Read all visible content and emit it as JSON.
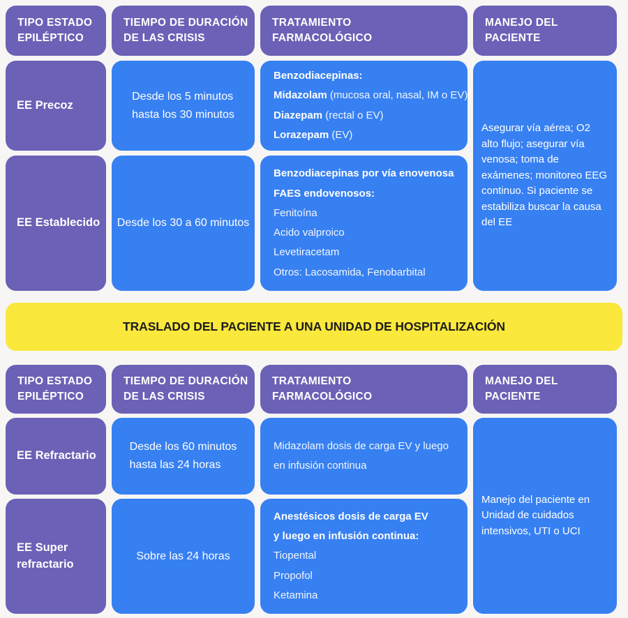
{
  "colors": {
    "purple": "#6b61b6",
    "blue": "#3780f2",
    "yellow": "#fae83c",
    "banner_text": "#1e1d1b",
    "background": "#f7f6f4",
    "cell_text": "#ffffff"
  },
  "headers": [
    [
      "TIPO ESTADO",
      "EPILÉPTICO"
    ],
    [
      "TIEMPO DE DURACIÓN",
      "DE LAS CRISIS"
    ],
    [
      "TRATAMIENTO",
      "FARMACOLÓGICO"
    ],
    [
      "MANEJO DEL",
      "PACIENTE"
    ]
  ],
  "table1": {
    "rows": [
      {
        "type": "EE Precoz",
        "duration": [
          "Desde los 5 minutos",
          "hasta los 30 minutos"
        ],
        "treatment": [
          {
            "b": "Benzodiacepinas:",
            "t": ""
          },
          {
            "b": "Midazolam",
            "t": " (mucosa oral, nasal, IM o EV)"
          },
          {
            "b": "Diazepam",
            "t": " (rectal o EV)"
          },
          {
            "b": "Lorazepam",
            "t": " (EV)"
          }
        ]
      },
      {
        "type": "EE Establecido",
        "duration": [
          "Desde los 30 a 60 minutos"
        ],
        "treatment": [
          {
            "b": "Benzodiacepinas por vía enovenosa",
            "t": ""
          },
          {
            "b": "FAES endovenosos:",
            "t": ""
          },
          {
            "b": "",
            "t": "Fenitoína"
          },
          {
            "b": "",
            "t": "Acido valproico"
          },
          {
            "b": "",
            "t": "Levetiracetam"
          },
          {
            "b": "",
            "t": "Otros: Lacosamida, Fenobarbital"
          }
        ]
      }
    ],
    "management": "Asegurar vía aérea; O2 alto flujo; asegurar vía venosa; toma de exámenes; monitoreo EEG continuo. Si paciente se estabiliza buscar la causa del EE"
  },
  "banner": "TRASLADO DEL PACIENTE A UNA UNIDAD DE HOSPITALIZACIÓN",
  "table2": {
    "rows": [
      {
        "type": "EE Refractario",
        "duration": [
          "Desde los 60 minutos",
          "hasta las 24 horas"
        ],
        "treatment": [
          {
            "b": "",
            "t": "Midazolam dosis de carga EV y luego"
          },
          {
            "b": "",
            "t": "en infusión continua"
          }
        ]
      },
      {
        "type": "EE Super refractario",
        "duration": [
          "Sobre las 24 horas"
        ],
        "treatment": [
          {
            "b": "Anestésicos dosis de carga EV",
            "t": ""
          },
          {
            "b": "y luego en infusión continua:",
            "t": ""
          },
          {
            "b": "",
            "t": "Tiopental"
          },
          {
            "b": "",
            "t": "Propofol"
          },
          {
            "b": "",
            "t": "Ketamina"
          }
        ]
      }
    ],
    "management": "Manejo del paciente en Unidad de cuidados intensivos, UTI o UCI"
  }
}
